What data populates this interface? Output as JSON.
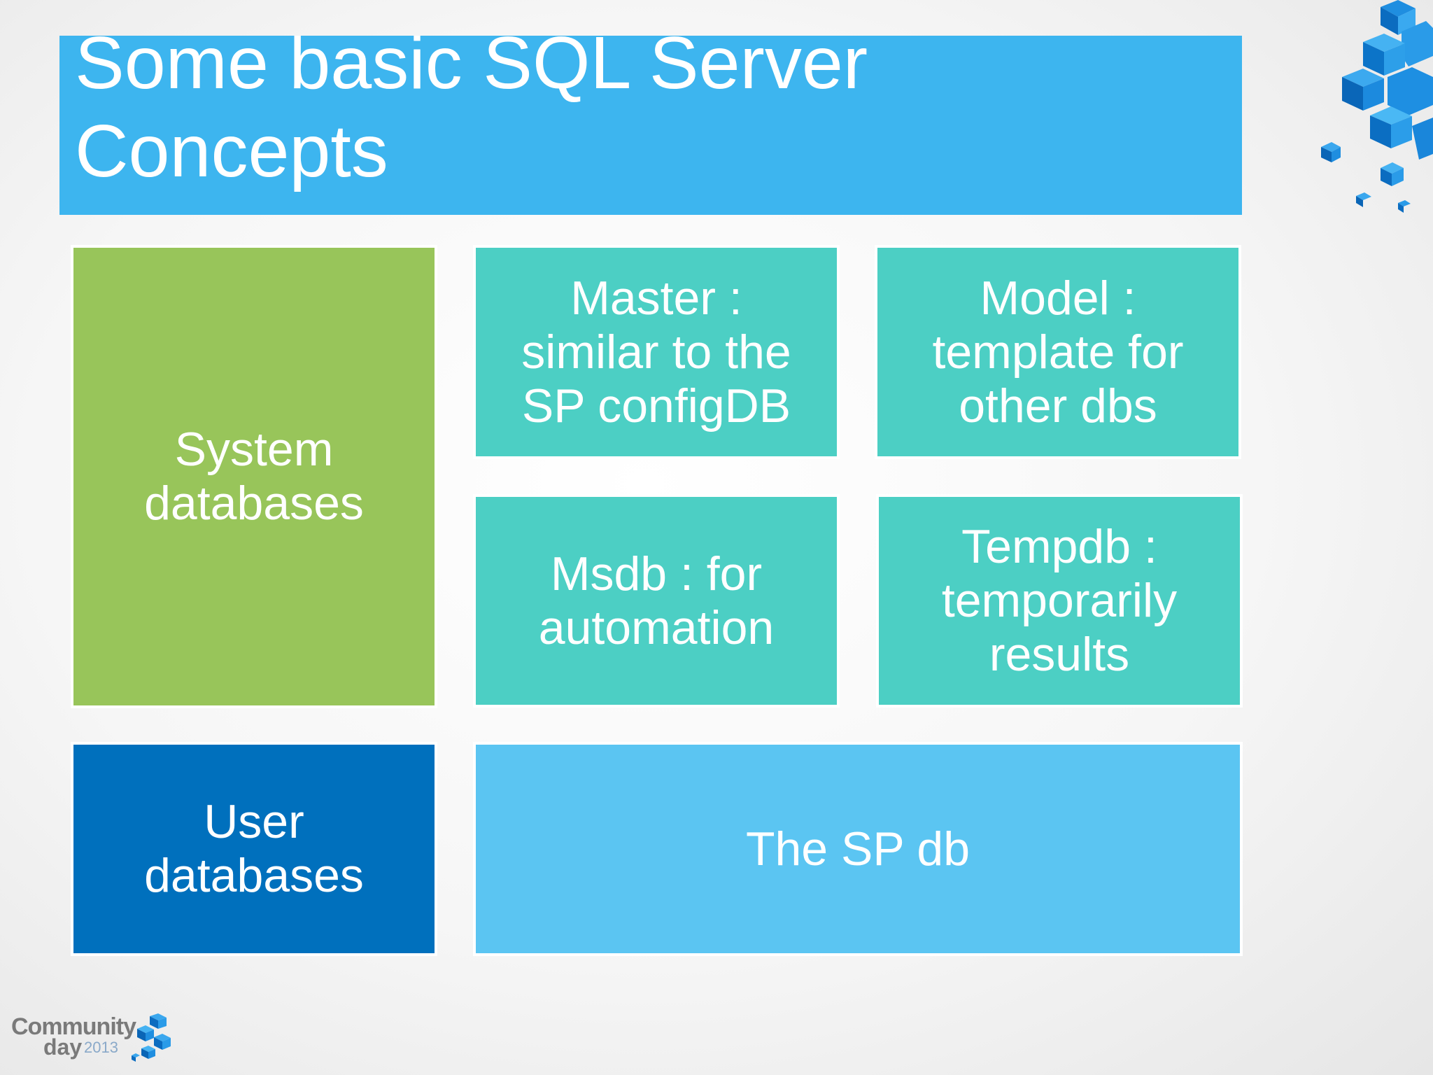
{
  "slide": {
    "title": "Some basic SQL Server Concepts",
    "title_line_1": "Some basic SQL Server",
    "title_line_2": "Concepts"
  },
  "tiles": {
    "system_databases": [
      "System",
      "databases"
    ],
    "master": [
      "Master :",
      "similar to the",
      "SP configDB"
    ],
    "model": [
      "Model :",
      "template for",
      "other dbs"
    ],
    "msdb": [
      "Msdb : for",
      "automation"
    ],
    "tempdb": [
      "Tempdb :",
      "temporarily",
      "results"
    ],
    "user_databases": [
      "User",
      "databases"
    ],
    "sp_db": [
      "The SP db"
    ]
  },
  "logo": {
    "word_1": "Community",
    "word_2": "day",
    "year": "2013"
  },
  "colors": {
    "title_bar": "#3db5ef",
    "system_tile": "#98c55a",
    "system_db_tiles": "#4ccfc4",
    "user_tile": "#0070bd",
    "sp_db_tile": "#5bc5f2"
  }
}
